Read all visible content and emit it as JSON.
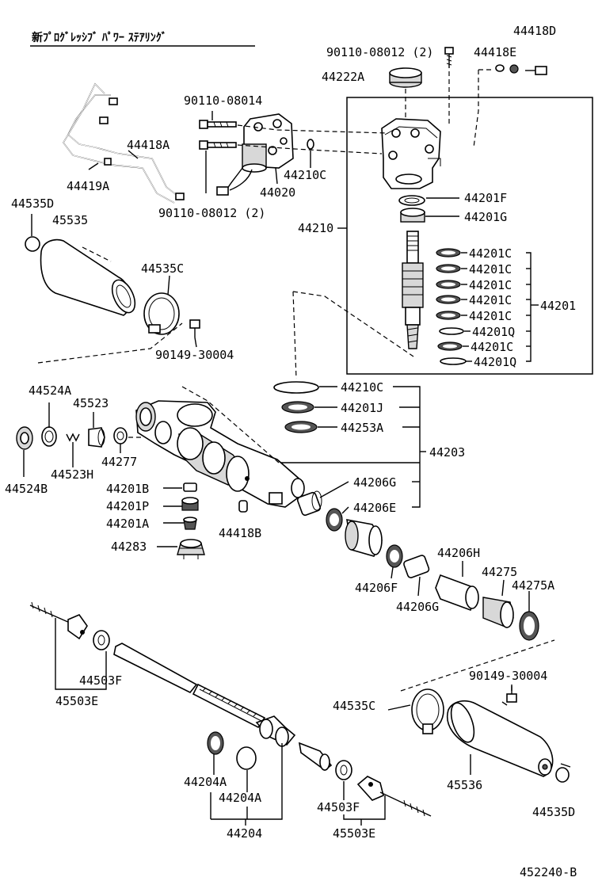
{
  "diagram": {
    "title": "新ﾌﾟﾛｸﾞﾚｯｼﾌﾞ ﾊﾟﾜｰ ｽﾃｱﾘﾝｸﾞ",
    "figure_id": "452240-B",
    "callouts": {
      "p44418D": "44418D",
      "p90110_08012_top": "90110-08012 (2)",
      "p44418E": "44418E",
      "p44222A": "44222A",
      "p90110_08014": "90110-08014",
      "p44418A": "44418A",
      "p44419A": "44419A",
      "p44210C_valve": "44210C",
      "p44020": "44020",
      "p90110_08012_bottom": "90110-08012 (2)",
      "p44535D_left": "44535D",
      "p45535": "45535",
      "p44535C": "44535C",
      "p90149_30004_left": "90149-30004",
      "p44201F": "44201F",
      "p44201G": "44201G",
      "p44210": "44210",
      "p44201C_1": "44201C",
      "p44201C_2": "44201C",
      "p44201C_3": "44201C",
      "p44201C_4": "44201C",
      "p44201C_5": "44201C",
      "p44201Q_1": "44201Q",
      "p44201C_6": "44201C",
      "p44201Q_2": "44201Q",
      "p44201": "44201",
      "p44210C": "44210C",
      "p44201J": "44201J",
      "p44253A": "44253A",
      "p44203": "44203",
      "p44524A": "44524A",
      "p45523": "45523",
      "p44524B": "44524B",
      "p44523H": "44523H",
      "p44277": "44277",
      "p44201B": "44201B",
      "p44201P": "44201P",
      "p44201A": "44201A",
      "p44418B": "44418B",
      "p44283": "44283",
      "p44206G_top": "44206G",
      "p44206E": "44206E",
      "p44206H": "44206H",
      "p44275": "44275",
      "p44275A": "44275A",
      "p44206F": "44206F",
      "p44206G_bottom": "44206G",
      "p44503F_left": "44503F",
      "p45503E_left": "45503E",
      "p90149_30004_right": "90149-30004",
      "p44535C_right": "44535C",
      "p44204A_1": "44204A",
      "p44204A_2": "44204A",
      "p44204": "44204",
      "p44503F_right": "44503F",
      "p45503E_right": "45503E",
      "p45536": "45536",
      "p44535D_right": "44535D"
    }
  }
}
